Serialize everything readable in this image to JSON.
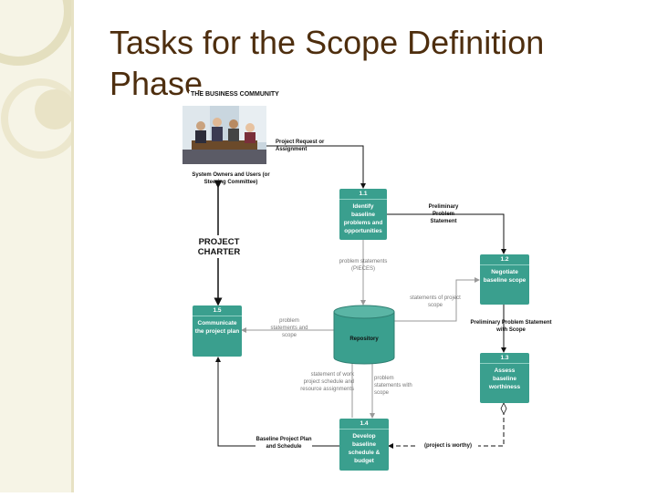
{
  "slide": {
    "title": "Tasks for the Scope Definition Phase"
  },
  "diagram": {
    "photo_caption": "THE BUSINESS COMMUNITY",
    "owners_label": "System Owners and Users (or Steering Committee)",
    "charter_label": "PROJECT CHARTER",
    "tasks": [
      {
        "num": "1.1",
        "text": "Identify baseline problems and opportunities"
      },
      {
        "num": "1.2",
        "text": "Negotiate baseline scope"
      },
      {
        "num": "1.3",
        "text": "Assess baseline worthiness"
      },
      {
        "num": "1.4",
        "text": "Develop baseline schedule & budget"
      },
      {
        "num": "1.5",
        "text": "Communicate the project plan"
      }
    ],
    "repository": "Repository",
    "flows": {
      "request": "Project Request or Assignment",
      "preliminary": "Preliminary Problem Statement",
      "problem_pieces": "problem statements (PIECES)",
      "stmt_scope": "statements of project scope",
      "prelim_scope": "Preliminary Problem Statement with Scope",
      "problem_scope_left": "problem statements and scope",
      "statement_work": "statement of work project schedule and resource assignments",
      "problem_scope_bottom": "problem statements with scope",
      "worthy": "(project is worthy)",
      "baseline_plan": "Baseline Project Plan and Schedule"
    }
  }
}
